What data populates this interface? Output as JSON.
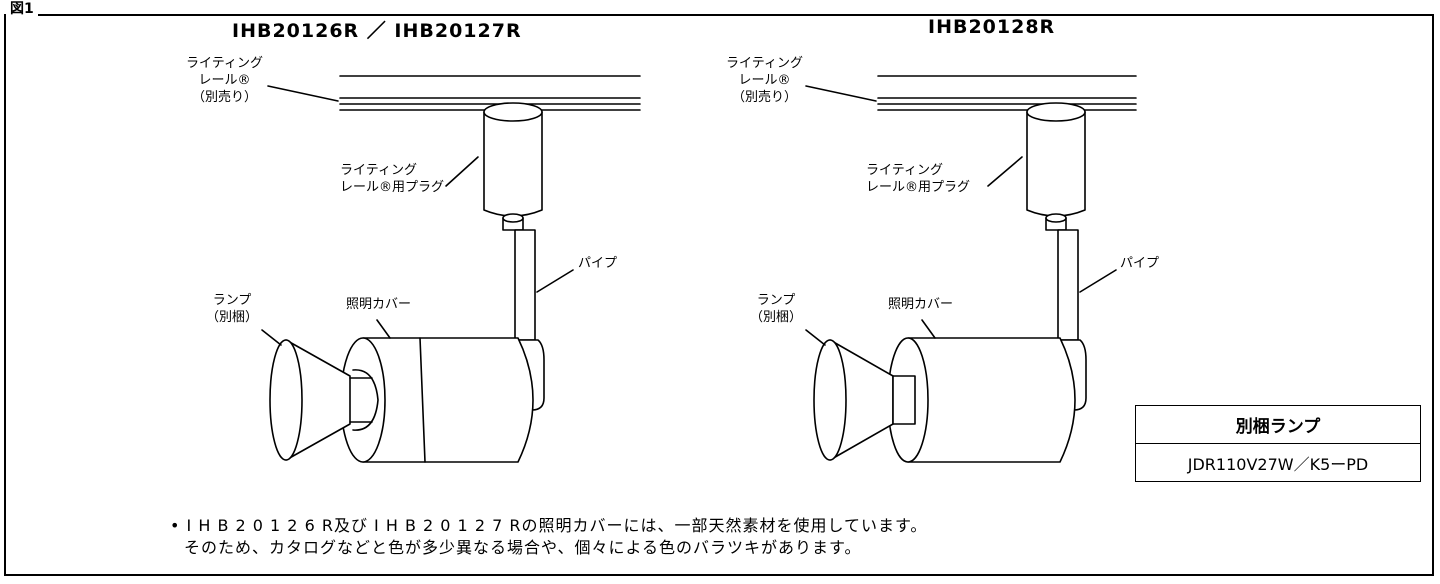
{
  "corner_label": "図1",
  "models": {
    "left_title": "IHB20126R ／ IHB20127R",
    "right_title": "IHB20128R"
  },
  "labels": {
    "rail": [
      "ライティング",
      "レール®",
      "（別売り）"
    ],
    "plug": [
      "ライティング",
      "レール®用プラグ"
    ],
    "pipe": "パイプ",
    "lamp": [
      "ランプ",
      "（別梱）"
    ],
    "cover": "照明カバー"
  },
  "table": {
    "header": "別梱ランプ",
    "value": "JDR110V27W／K5ーPD"
  },
  "notes": [
    "• I H B 2 0 1 2 6 R及び I H B 2 0 1 2 7 Rの照明カバーには、一部天然素材を使用しています。",
    "そのため、カタログなどと色が多少異なる場合や、個々による色のバラツキがあります。"
  ]
}
